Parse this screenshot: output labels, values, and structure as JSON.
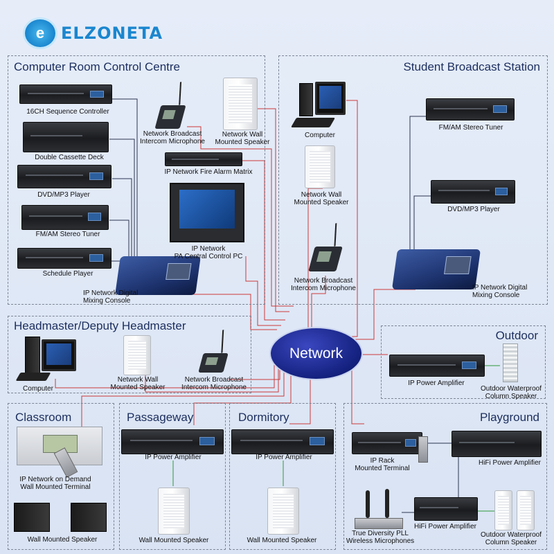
{
  "brand": {
    "name": "ELZONETA",
    "badge": "e"
  },
  "hub": {
    "label": "Network"
  },
  "colors": {
    "wire_red": "#cc3a3a",
    "wire_dark": "#2b3550",
    "wire_green": "#2f9a3a",
    "hub_blue": "#14217e",
    "brand_blue": "#1a86cf"
  },
  "zones": {
    "computer_room": {
      "title": "Computer Room Control Centre"
    },
    "student_broadcast": {
      "title": "Student Broadcast Station"
    },
    "headmaster": {
      "title": "Headmaster/Deputy Headmaster"
    },
    "outdoor": {
      "title": "Outdoor"
    },
    "classroom": {
      "title": "Classroom"
    },
    "passageway": {
      "title": "Passageway"
    },
    "dormitory": {
      "title": "Dormitory"
    },
    "playground": {
      "title": "Playground"
    }
  },
  "devices": {
    "seq_controller": "16CH Sequence Controller",
    "cassette": "Double Cassette Deck",
    "dvd_cr": "DVD/MP3 Player",
    "tuner_cr": "FM/AM Stereo Tuner",
    "schedule": "Schedule Player",
    "mixer_cr": [
      "IP Network Digital",
      "Mixing Console"
    ],
    "intercom_cr": [
      "Network Broadcast",
      "Intercom Microphone"
    ],
    "wall_speaker_cr": [
      "Network Wall",
      "Mounted Speaker"
    ],
    "fire_alarm": "IP Network Fire Alarm Matrix",
    "pa_pc": [
      "IP Network",
      "PA Central Control PC"
    ],
    "computer_sb": "Computer",
    "wall_speaker_sb": [
      "Network Wall",
      "Mounted Speaker"
    ],
    "intercom_sb": [
      "Network Broadcast",
      "Intercom Microphone"
    ],
    "tuner_sb": "FM/AM Stereo Tuner",
    "dvd_sb": "DVD/MP3 Player",
    "mixer_sb": [
      "IP Network Digital",
      "Mixing Console"
    ],
    "computer_hm": "Computer",
    "wall_speaker_hm": [
      "Network Wall",
      "Mounted Speaker"
    ],
    "intercom_hm": [
      "Network Broadcast",
      "Intercom Microphone"
    ],
    "amp_outdoor": "IP Power Amplifier",
    "column_outdoor": [
      "Outdoor Waterproof",
      "Column Speaker"
    ],
    "terminal_cls": [
      "IP Network on Demand",
      "Wall Mounted Terminal"
    ],
    "speaker_cls": "Wall Mounted Speaker",
    "amp_pass": "IP Power Amplifier",
    "speaker_pass": "Wall Mounted Speaker",
    "amp_dorm": "IP Power Amplifier",
    "speaker_dorm": "Wall Mounted Speaker",
    "rack_terminal": [
      "IP Rack",
      "Mounted Terminal"
    ],
    "hifi_amp_top": "HiFi Power Amplifier",
    "wireless_mic": [
      "True Diversity PLL",
      "Wireless Microphones"
    ],
    "hifi_amp_bottom": "HiFi Power Amplifier",
    "column_play": [
      "Outdoor Waterproof",
      "Column Speaker"
    ]
  }
}
